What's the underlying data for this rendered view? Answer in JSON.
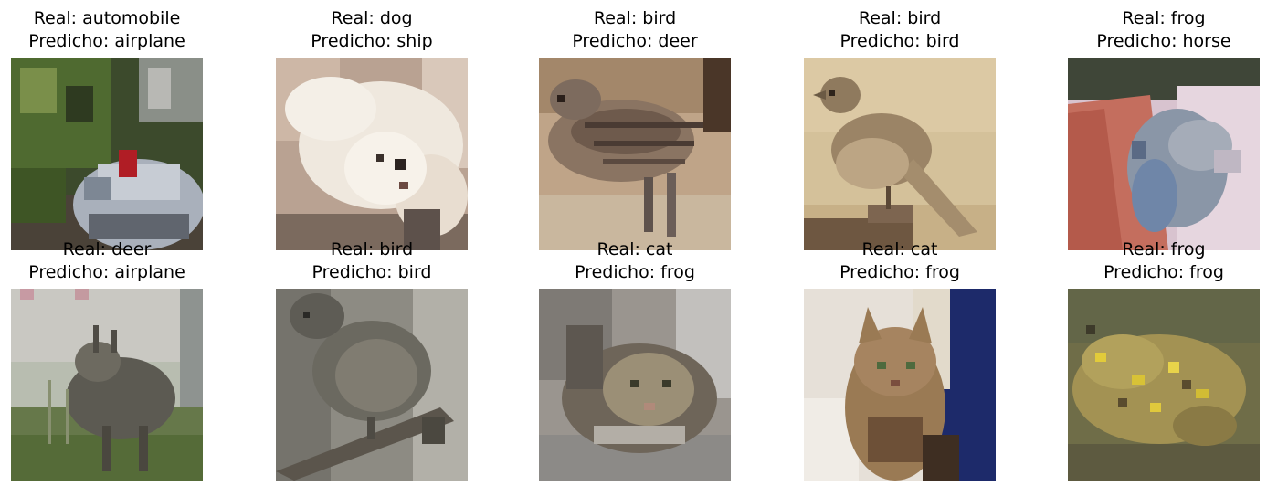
{
  "figure": {
    "panels": [
      {
        "real": "Real: automobile",
        "pred": "Predicho: airplane",
        "subject": "silver car parked near bushes"
      },
      {
        "real": "Real: dog",
        "pred": "Predicho: ship",
        "subject": "white fluffy dog"
      },
      {
        "real": "Real: bird",
        "pred": "Predicho: deer",
        "subject": "striped ground bird"
      },
      {
        "real": "Real: bird",
        "pred": "Predicho: bird",
        "subject": "small brown bird on a branch"
      },
      {
        "real": "Real: frog",
        "pred": "Predicho: horse",
        "subject": "grey frog held in a hand"
      },
      {
        "real": "Real: deer",
        "pred": "Predicho: airplane",
        "subject": "deer in grassy field"
      },
      {
        "real": "Real: bird",
        "pred": "Predicho: bird",
        "subject": "grey bird on a branch"
      },
      {
        "real": "Real: cat",
        "pred": "Predicho: frog",
        "subject": "tabby cat lying down"
      },
      {
        "real": "Real: cat",
        "pred": "Predicho: frog",
        "subject": "tabby cat close-up"
      },
      {
        "real": "Real: frog",
        "pred": "Predicho: frog",
        "subject": "yellow spotted frog on grass"
      }
    ]
  }
}
